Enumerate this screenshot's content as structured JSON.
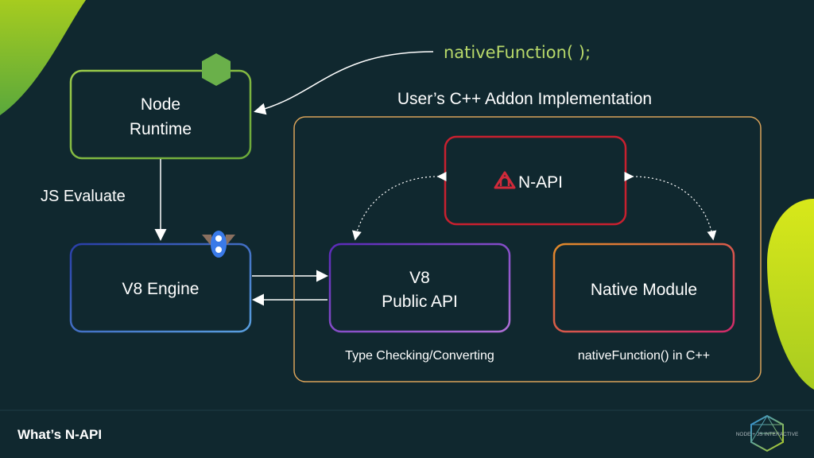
{
  "slide": {
    "footer_title": "What’s N-API",
    "logo_text": "NODE + JS INTERACTIVE",
    "call_label": "nativeFunction( );",
    "addon_title": "User’s C++ Addon Implementation",
    "js_evaluate": "JS Evaluate"
  },
  "boxes": {
    "node_runtime": [
      "Node",
      "Runtime"
    ],
    "v8_engine": "V8 Engine",
    "napi": "N-API",
    "v8_public_api": [
      "V8",
      "Public API"
    ],
    "native_module": "Native Module"
  },
  "captions": {
    "v8_public_api": "Type Checking/Converting",
    "native_module": "nativeFunction() in C++"
  },
  "colors": {
    "background": "#10282f",
    "node_green": "#8cc84b",
    "addon_border": "#d9a35a",
    "napi_red": "#c8202f",
    "call_label": "#b8d96a"
  }
}
